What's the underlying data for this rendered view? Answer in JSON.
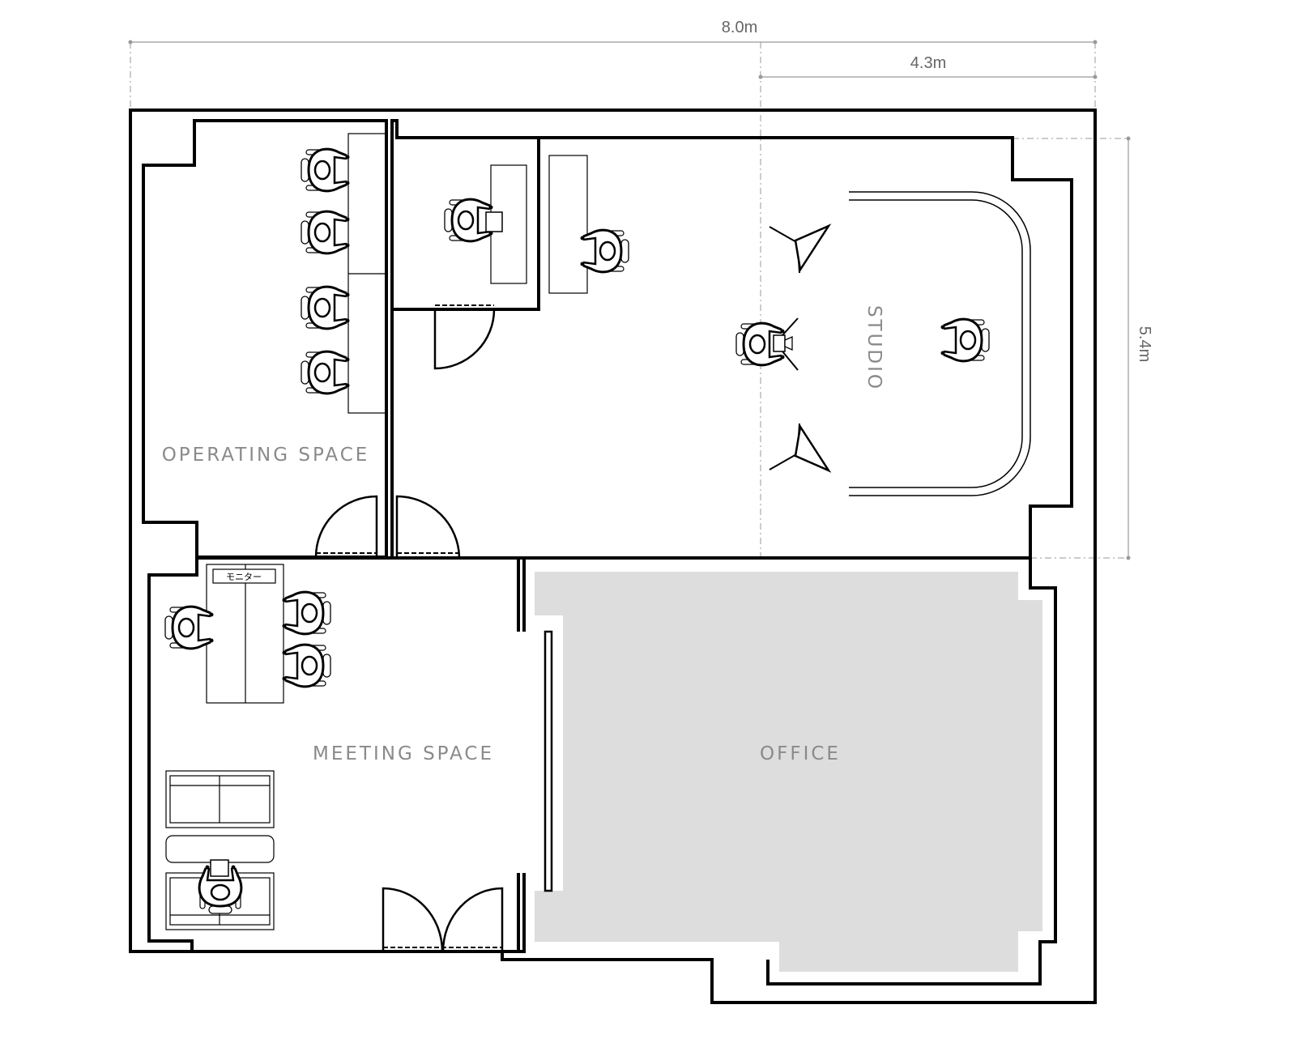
{
  "dimensions": {
    "total_width": "8.0m",
    "studio_width": "4.3m",
    "studio_depth": "5.4m"
  },
  "rooms": {
    "operating": "OPERATING SPACE",
    "meeting": "MEETING SPACE",
    "office": "OFFICE",
    "studio": "STUDIO"
  },
  "furniture": {
    "monitor_label": "モニター"
  },
  "colors": {
    "wall": "#000000",
    "office_fill": "#dddddd",
    "label": "#8a8a8a"
  }
}
